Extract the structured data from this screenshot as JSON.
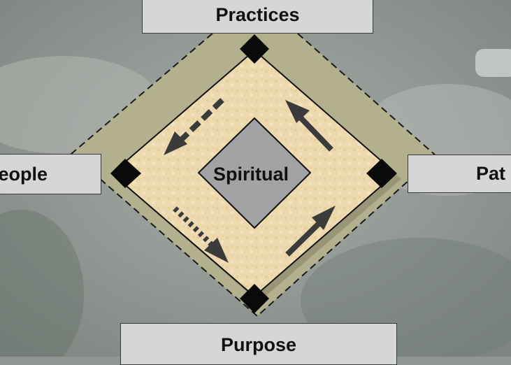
{
  "labels": {
    "top": "Practices",
    "bottom": "Purpose",
    "left": "eople",
    "right": "Pat",
    "center": "Spiritual"
  },
  "colors": {
    "outer_diamond": "#b3b08e",
    "inner_diamond": "#ecd9ae",
    "center_square": "#a3a2a4",
    "corner_marker": "#0a0a0a",
    "arrow": "#3b3b3b",
    "label_box": "#d6d6d6"
  },
  "arrows": [
    {
      "position": "top-left",
      "style": "dashed",
      "direction": "down-left"
    },
    {
      "position": "bottom-left",
      "style": "dotted",
      "direction": "down-right"
    },
    {
      "position": "top-right",
      "style": "solid",
      "direction": "up-left"
    },
    {
      "position": "bottom-right",
      "style": "solid",
      "direction": "up-right"
    }
  ]
}
